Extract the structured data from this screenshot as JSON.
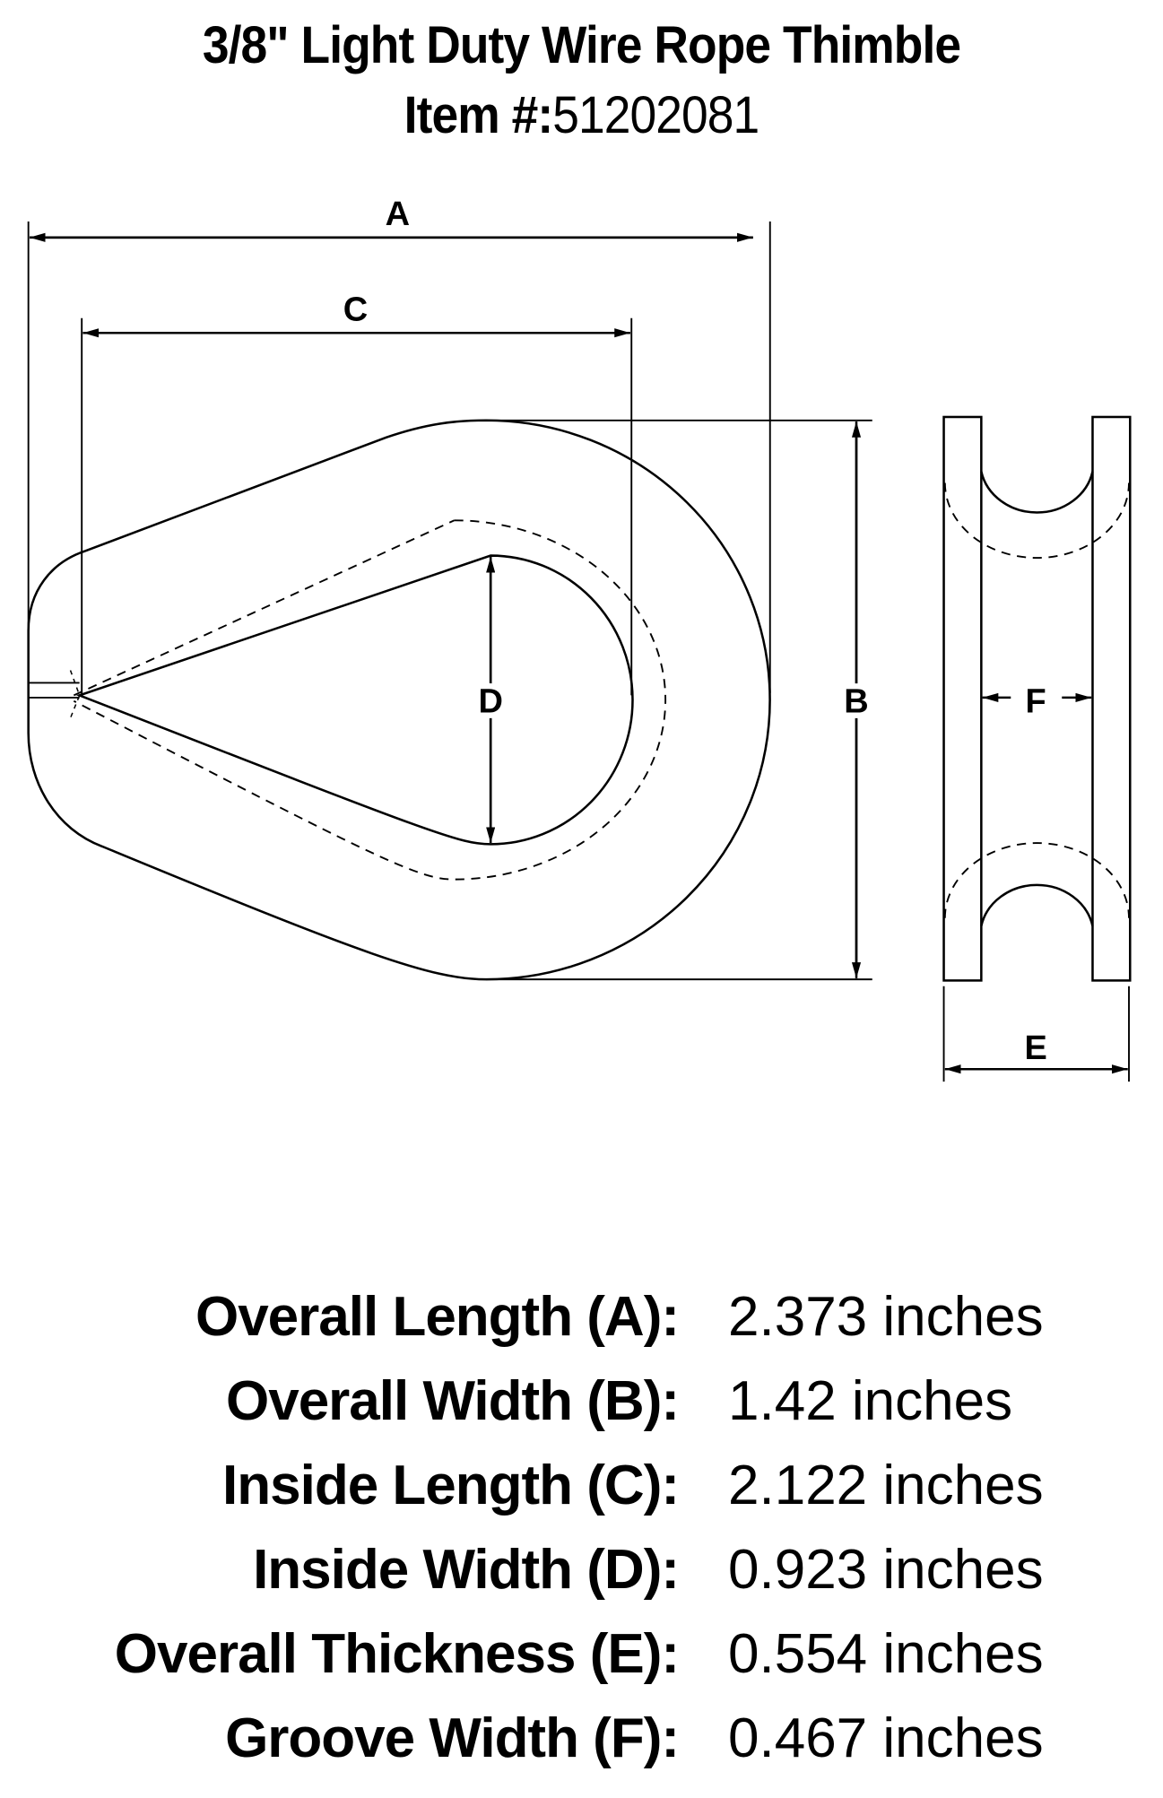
{
  "header": {
    "title": "3/8\" Light Duty Wire Rope Thimble",
    "item_prefix": "Item #:",
    "item_number": "51202081"
  },
  "diagram": {
    "labels": {
      "A": "A",
      "B": "B",
      "C": "C",
      "D": "D",
      "E": "E",
      "F": "F"
    },
    "line_color": "#000000",
    "background": "#ffffff"
  },
  "specs": [
    {
      "label": "Overall Length (A):",
      "value": "2.373 inches"
    },
    {
      "label": "Overall Width (B):",
      "value": "1.42 inches"
    },
    {
      "label": "Inside Length (C):",
      "value": "2.122 inches"
    },
    {
      "label": "Inside Width (D):",
      "value": "0.923 inches"
    },
    {
      "label": "Overall Thickness (E):",
      "value": "0.554 inches"
    },
    {
      "label": "Groove Width (F):",
      "value": "0.467 inches"
    }
  ]
}
